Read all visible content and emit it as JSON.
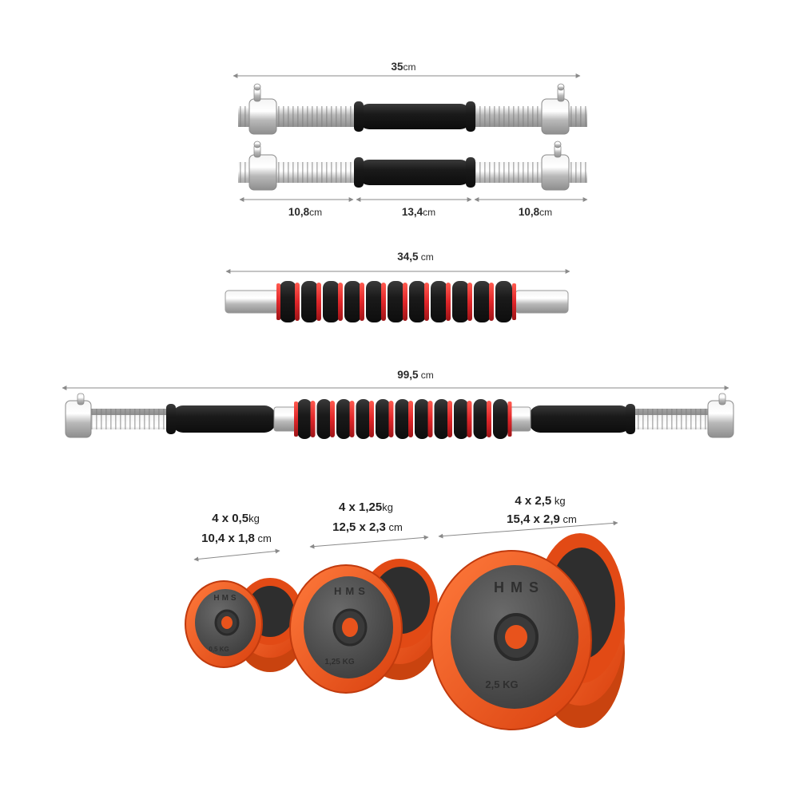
{
  "handles": {
    "short_bar": {
      "length_number": "35",
      "length_unit": "cm",
      "segments": [
        {
          "number": "10,8",
          "unit": "cm"
        },
        {
          "number": "13,4",
          "unit": "cm"
        },
        {
          "number": "10,8",
          "unit": "cm"
        }
      ]
    },
    "connector": {
      "length_number": "34,5",
      "length_unit": " cm"
    },
    "long_bar": {
      "length_number": "99,5",
      "length_unit": " cm"
    }
  },
  "plates": [
    {
      "qty_weight": "4 x 0,5",
      "weight_unit": "kg",
      "size": "10,4 x 1,8",
      "size_unit": " cm",
      "emboss_brand": "HMS",
      "emboss_weight": "0,5 KG"
    },
    {
      "qty_weight": "4 x 1,25",
      "weight_unit": "kg",
      "size": "12,5 x 2,3",
      "size_unit": " cm",
      "emboss_brand": "HMS",
      "emboss_weight": "1,25 KG"
    },
    {
      "qty_weight": "4 x 2,5",
      "weight_unit": " kg",
      "size": "15,4 x 2,9",
      "size_unit": " cm",
      "emboss_brand": "HMS",
      "emboss_weight": "2,5 KG"
    }
  ],
  "colors": {
    "foam_red": "#e0262a",
    "foam_black": "#1c1c1c",
    "plate_orange": "#f0541e",
    "plate_grey": "#4a4a4a",
    "chrome": "#c9c9c9"
  }
}
